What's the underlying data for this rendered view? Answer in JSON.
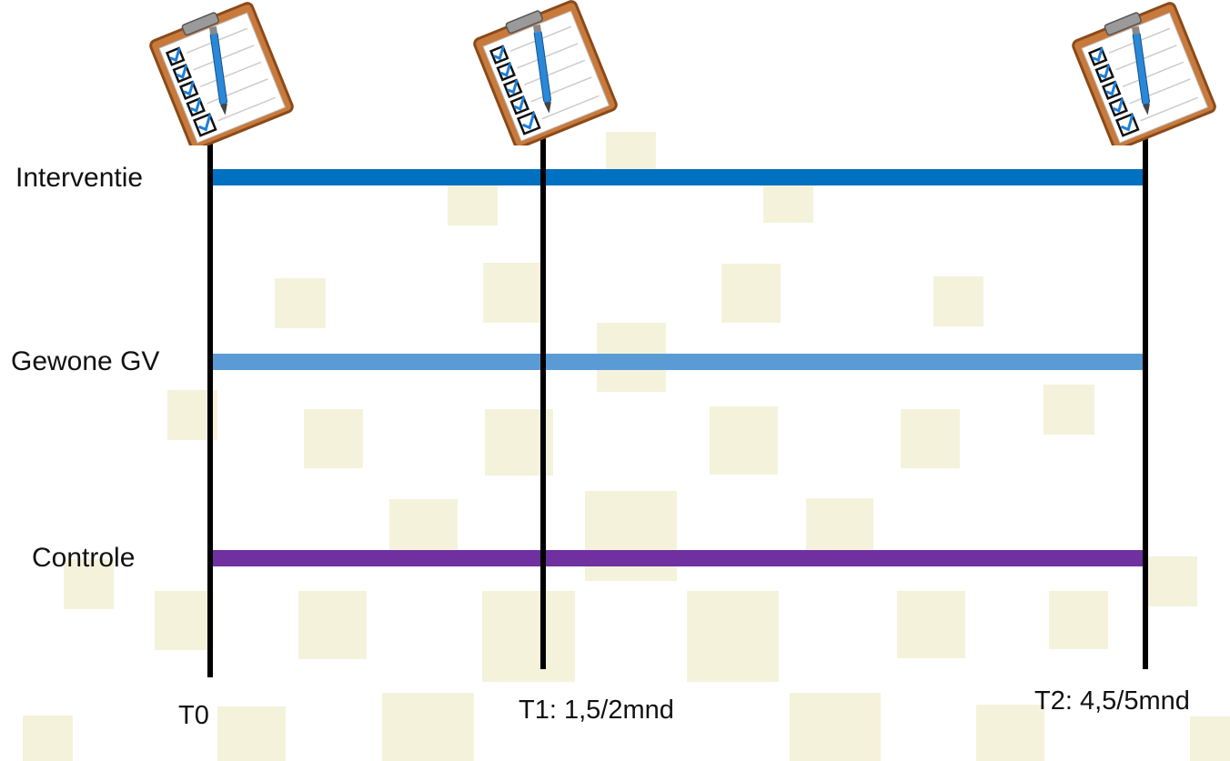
{
  "groups": [
    {
      "label": "Interventie",
      "color": "#0070c0"
    },
    {
      "label": "Gewone GV",
      "color": "#5b9bd5"
    },
    {
      "label": "Controle",
      "color": "#7030a0"
    }
  ],
  "timepoints": [
    {
      "label": "T0",
      "icon": "clipboard-checklist-icon"
    },
    {
      "label": "T1: 1,5/2mnd",
      "icon": "clipboard-checklist-icon"
    },
    {
      "label": "T2: 4,5/5mnd",
      "icon": "clipboard-checklist-icon"
    }
  ],
  "colors": {
    "background_squares": "#f5f2dc",
    "timeline": "#000000"
  }
}
